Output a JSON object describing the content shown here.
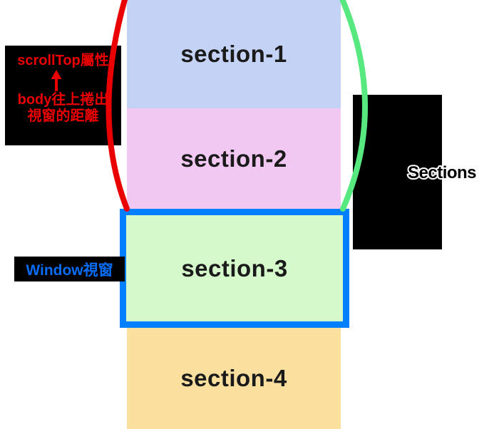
{
  "diagram": {
    "title_context": "scrollTop diagram",
    "sections": [
      {
        "label": "section-1",
        "fill": "#c4d2f6"
      },
      {
        "label": "section-2",
        "fill": "#f0c8f2"
      },
      {
        "label": "section-3",
        "fill": "#d5f9cb"
      },
      {
        "label": "section-4",
        "fill": "#fbdf9e"
      }
    ],
    "scrolltop_annotation": {
      "title": "scrollTop屬性",
      "arrow_glyph": "↑",
      "desc_line1": "body往上捲出",
      "desc_line2": "視窗的距離",
      "text_color": "#e90000",
      "bg_color": "#000000"
    },
    "window_annotation": {
      "label": "Window視窗",
      "text_color": "#0a6cf5",
      "bg_color": "#000000"
    },
    "sections_annotation": {
      "label": "Sections",
      "fill_color": "#000000",
      "outline_color": "#ffffff",
      "bg_color": "#000000"
    },
    "viewport": {
      "border_color": "#0080ff",
      "fill_color": "#d5f9cb"
    },
    "arcs": {
      "left_color": "#e90000",
      "right_color": "#57e87f"
    }
  }
}
